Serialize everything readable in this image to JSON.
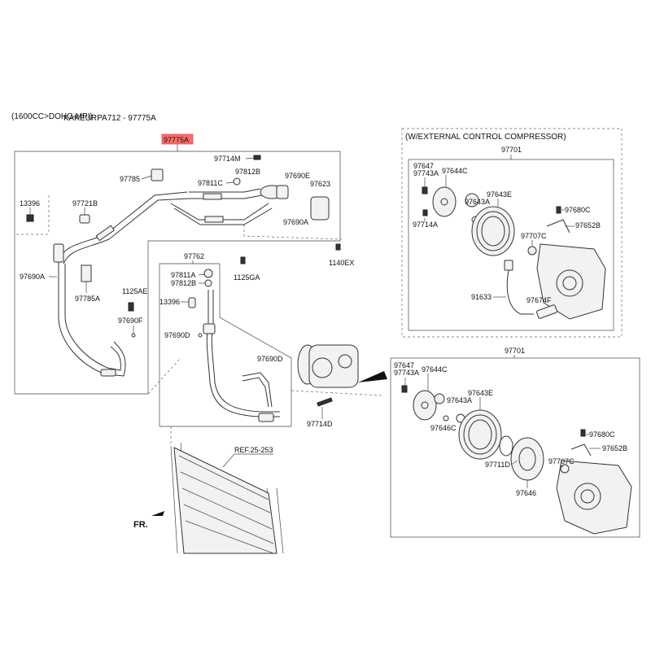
{
  "header": {
    "engine": "(1600CC>DOHC-MPI)",
    "ref_code": "KAKEURPA712 - 97775A",
    "highlight_part": "97775A",
    "highlight_color": "#ff6b6b"
  },
  "sections": {
    "external_control_title": "(W/EXTERNAL CONTROL COMPRESSOR)",
    "compressor_top_part": "97701",
    "compressor_bottom_part": "97701",
    "discharge_group_part": "97762"
  },
  "labels": {
    "p97714M": "97714M",
    "p97812B_a": "97812B",
    "p97690E": "97690E",
    "p97785": "97785",
    "p97811C": "97811C",
    "p97623": "97623",
    "p13396_a": "13396",
    "p97721B": "97721B",
    "p97690A_a": "97690A",
    "p1140EX": "1140EX",
    "p1125GA": "1125GA",
    "p97690A_b": "97690A",
    "p1125AE": "1125AE",
    "p97785A": "97785A",
    "p97690F": "97690F",
    "p97811A": "97811A",
    "p97812B_b": "97812B",
    "p13396_b": "13396",
    "p97690D_a": "97690D",
    "p97690D_b": "97690D",
    "p97714D": "97714D",
    "ref_25_253": "REF.25-253",
    "fr": "FR.",
    "t97647": "97647",
    "t97743A": "97743A",
    "t97644C": "97644C",
    "t97643E": "97643E",
    "t97643A": "97643A",
    "t97714A": "97714A",
    "t97680C": "97680C",
    "t97652B": "97652B",
    "t97707C": "97707C",
    "t91633": "91633",
    "t97674F": "97674F",
    "b97647": "97647",
    "b97743A": "97743A",
    "b97644C": "97644C",
    "b97643E": "97643E",
    "b97643A": "97643A",
    "b97646C": "97646C",
    "b97680C": "97680C",
    "b97652B": "97652B",
    "b97711D": "97711D",
    "b97707C": "97707C",
    "b97646": "97646"
  }
}
